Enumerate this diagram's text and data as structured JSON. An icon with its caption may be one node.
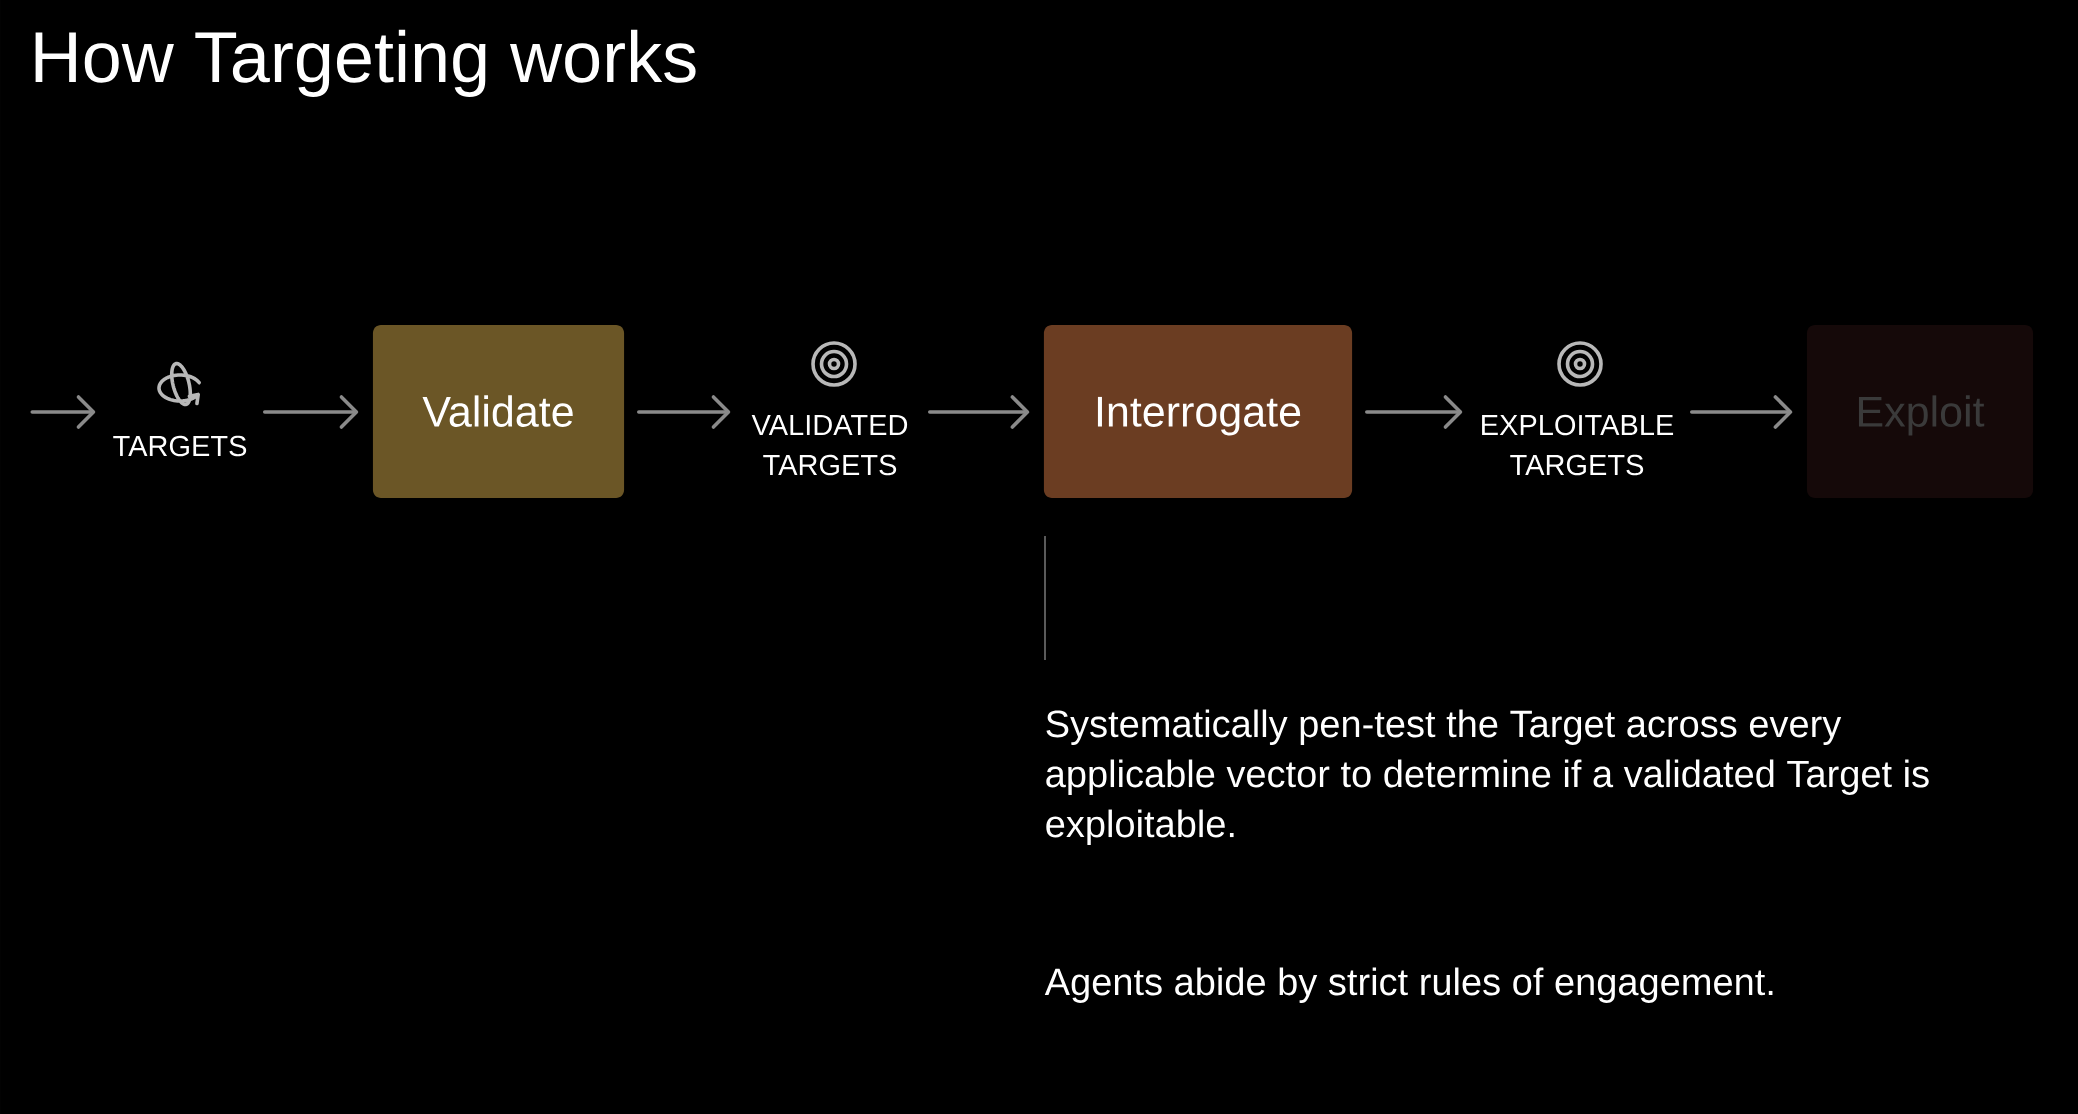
{
  "diagram": {
    "title": "How Targeting works",
    "nodes": [
      {
        "text": [
          "TARGETS"
        ]
      },
      {
        "text": [
          "Validate"
        ]
      },
      {
        "text": [
          "VALIDATED TARGETS"
        ]
      },
      {
        "text": [
          "Interrogate"
        ]
      },
      {
        "text": [
          "EXPLOITABLE TARGETS"
        ]
      },
      {
        "text": [
          "Exploit"
        ]
      }
    ],
    "edges": [
      {
        "from": null,
        "to": 0,
        "arrow": "to"
      },
      {
        "from": 0,
        "to": 1,
        "arrow": "to"
      },
      {
        "from": 1,
        "to": 2,
        "arrow": "to"
      },
      {
        "from": 2,
        "to": 3,
        "arrow": "to"
      },
      {
        "from": 3,
        "to": 4,
        "arrow": "to"
      },
      {
        "from": 4,
        "to": 5,
        "arrow": "to"
      }
    ],
    "labels": [
      "Systematically pen-test the Target across every applicable vector to determine if a validated Target is exploitable.",
      "Agents abide by strict rules of engagement."
    ]
  }
}
